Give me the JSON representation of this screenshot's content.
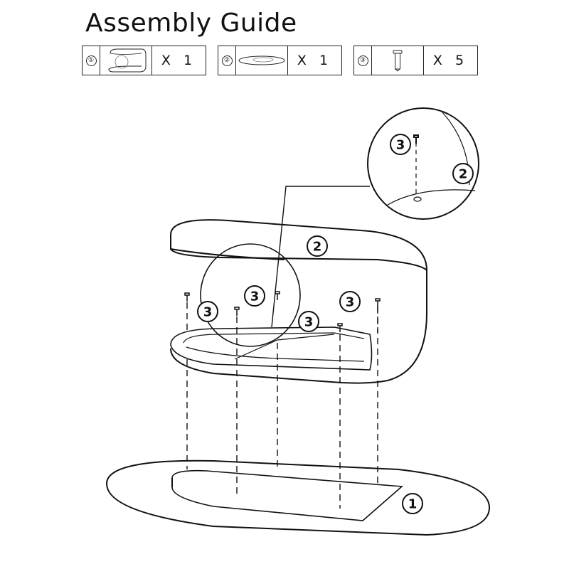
{
  "header": {
    "title": "Assembly Guide"
  },
  "parts": [
    {
      "number": "①",
      "qty": "X 1",
      "icon": "table-body-icon"
    },
    {
      "number": "②",
      "qty": "X 1",
      "icon": "top-panel-icon"
    },
    {
      "number": "③",
      "qty": "X 5",
      "icon": "dowel-pin-icon"
    }
  ],
  "callouts": {
    "part1": "1",
    "part2": "2",
    "part3": "3"
  },
  "colors": {
    "line": "#111111",
    "background": "#ffffff"
  }
}
